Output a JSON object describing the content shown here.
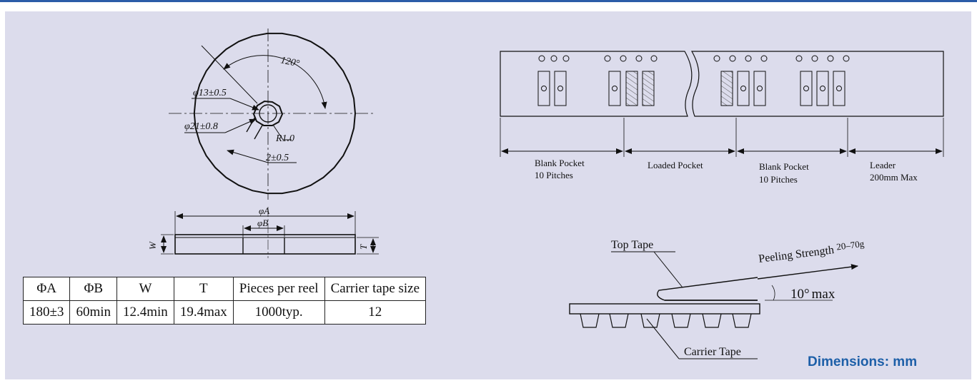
{
  "reel": {
    "angle_label": "120°",
    "hub_inner_dia": "φ13±0.5",
    "hub_outer_dia": "φ21±0.8",
    "radius_label": "R1.0",
    "slot_width": "2±0.5"
  },
  "side_view": {
    "dim_a": "φA",
    "dim_b": "φB",
    "dim_w": "W",
    "dim_t": "T"
  },
  "table": {
    "headers": [
      "ΦA",
      "ΦB",
      "W",
      "T",
      "Pieces per reel",
      "Carrier tape size"
    ],
    "rows": [
      [
        "180±3",
        "60min",
        "12.4min",
        "19.4max",
        "1000typ.",
        "12"
      ]
    ]
  },
  "tape": {
    "segments": [
      {
        "line1": "Blank Pocket",
        "line2": "10  Pitches"
      },
      {
        "line1": "Loaded Pocket",
        "line2": ""
      },
      {
        "line1": "Blank Pocket",
        "line2": "10  Pitches"
      },
      {
        "line1": "Leader",
        "line2": "200mm Max"
      }
    ]
  },
  "peel": {
    "top_tape": "Top Tape",
    "carrier_tape": "Carrier Tape",
    "peeling_strength": "Peeling Strength",
    "peeling_value": "20–70g",
    "angle": "10°",
    "angle_suffix": "max"
  },
  "units_label": "Dimensions: mm"
}
